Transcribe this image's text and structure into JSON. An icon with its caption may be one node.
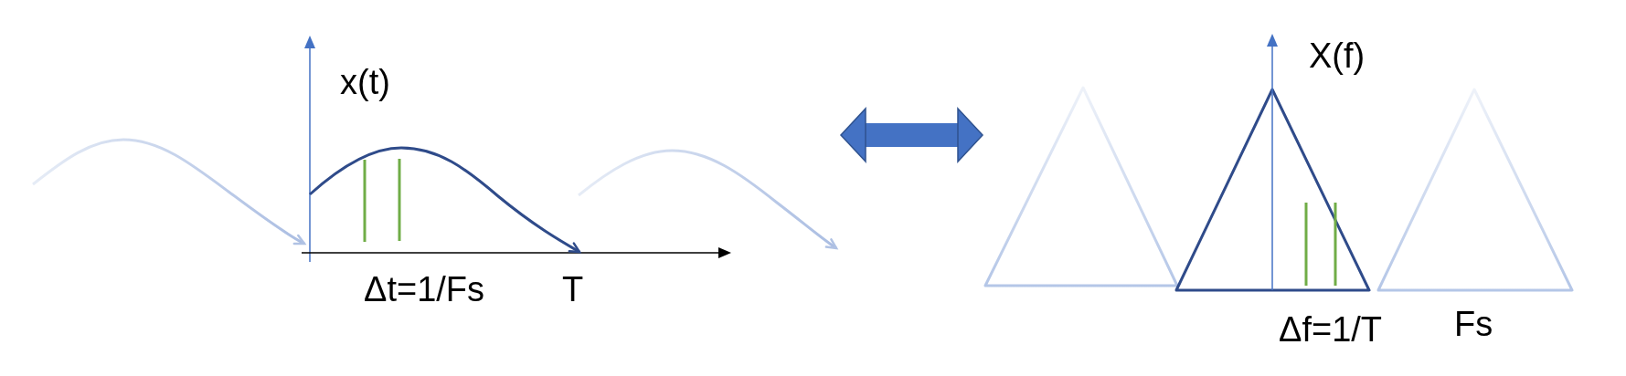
{
  "diagram": {
    "nodes": [
      {
        "text": [],
        "shape": "picture",
        "beside": [
          "Δt=1/Fs",
          "T"
        ]
      },
      {
        "text": [],
        "shape": "picture",
        "beside": [
          "Δf=1/T",
          "Fs"
        ]
      }
    ],
    "edges": [
      {
        "from": 0,
        "to": 1,
        "arrow": "both"
      }
    ],
    "labels": [
      "x(t)",
      "X(f)"
    ]
  }
}
